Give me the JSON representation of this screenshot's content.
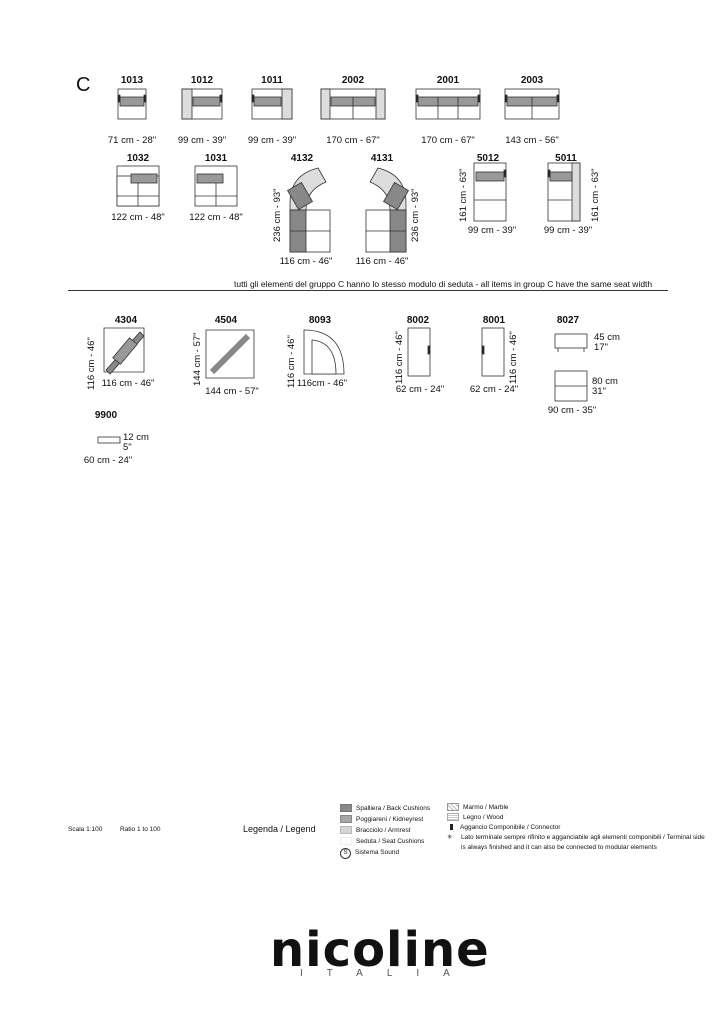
{
  "group": "C",
  "top_row": [
    {
      "code": "1013",
      "dim": "71 cm - 28\""
    },
    {
      "code": "1012",
      "dim": "99 cm - 39\""
    },
    {
      "code": "1011",
      "dim": "99 cm - 39\""
    },
    {
      "code": "2002",
      "dim": "170 cm - 67\""
    },
    {
      "code": "2001",
      "dim": "170 cm - 67\""
    },
    {
      "code": "2003",
      "dim": "143 cm - 56\""
    }
  ],
  "second_row": [
    {
      "code": "1032",
      "dim": "122 cm - 48\""
    },
    {
      "code": "1031",
      "dim": "122 cm - 48\""
    },
    {
      "code": "4132",
      "dim": "116 cm - 46\"",
      "vdim": "236 cm - 93\""
    },
    {
      "code": "4131",
      "dim": "116 cm - 46\"",
      "vdim": "236 cm - 93\""
    },
    {
      "code": "5012",
      "dim": "99 cm - 39\"",
      "vdim": "161 cm - 63\""
    },
    {
      "code": "5011",
      "dim": "99 cm - 39\"",
      "vdim": "161 cm - 63\""
    }
  ],
  "note": "tutti gli elementi  del gruppo C hanno lo stesso modulo di  seduta  -  all items in group C have the same seat width",
  "third_row": [
    {
      "code": "4304",
      "dim": "116 cm - 46\"",
      "vdim": "116 cm - 46\""
    },
    {
      "code": "4504",
      "dim": "144 cm - 57\"",
      "vdim": "144 cm - 57\""
    },
    {
      "code": "8093",
      "dim": "116cm - 46\"",
      "vdim": "116 cm - 46\""
    },
    {
      "code": "8002",
      "dim": "62 cm - 24\"",
      "vdim": "116 cm - 46\""
    },
    {
      "code": "8001",
      "dim": "62 cm - 24\"",
      "vdim": "116 cm - 46\""
    },
    {
      "code": "8027",
      "h1": "45 cm",
      "h2": "17\"",
      "d1": "80 cm",
      "d2": "31\"",
      "dim": "90 cm - 35\""
    }
  ],
  "item_9900": {
    "code": "9900",
    "h1": "12 cm",
    "h2": "5\"",
    "dim": "60 cm - 24\""
  },
  "footer": {
    "scale": "Scala 1:100",
    "ratio": "Ratio 1 to 100",
    "legend_title": "Legenda / Legend",
    "legend_left": [
      {
        "label": "Spalliera / Back Cushions",
        "color": "#8a8a8a"
      },
      {
        "label": "Poggiareni / Kidneyrest",
        "color": "#a8a8a8"
      },
      {
        "label": "Bracciolo / Armrest",
        "color": "#d4d4d4"
      },
      {
        "label": "Seduta / Seat Cushions",
        "color": "#ffffff"
      },
      {
        "label": "Sistema Sound",
        "color": "#ffffff"
      }
    ],
    "legend_right": [
      {
        "label": "Marmo / Marble"
      },
      {
        "label": "Legno / Wood"
      },
      {
        "label": "Aggancio Componibile / Connector"
      },
      {
        "label": "Lato terminale sempre rifinito e agganciabile agli elementi componibili / Terminal side is always finished and it can also be connected to modular elements"
      }
    ],
    "sound_symbol": "S",
    "terminal_symbol": "✳"
  },
  "brand": "nicoline",
  "brand_sub": "ITALIA"
}
